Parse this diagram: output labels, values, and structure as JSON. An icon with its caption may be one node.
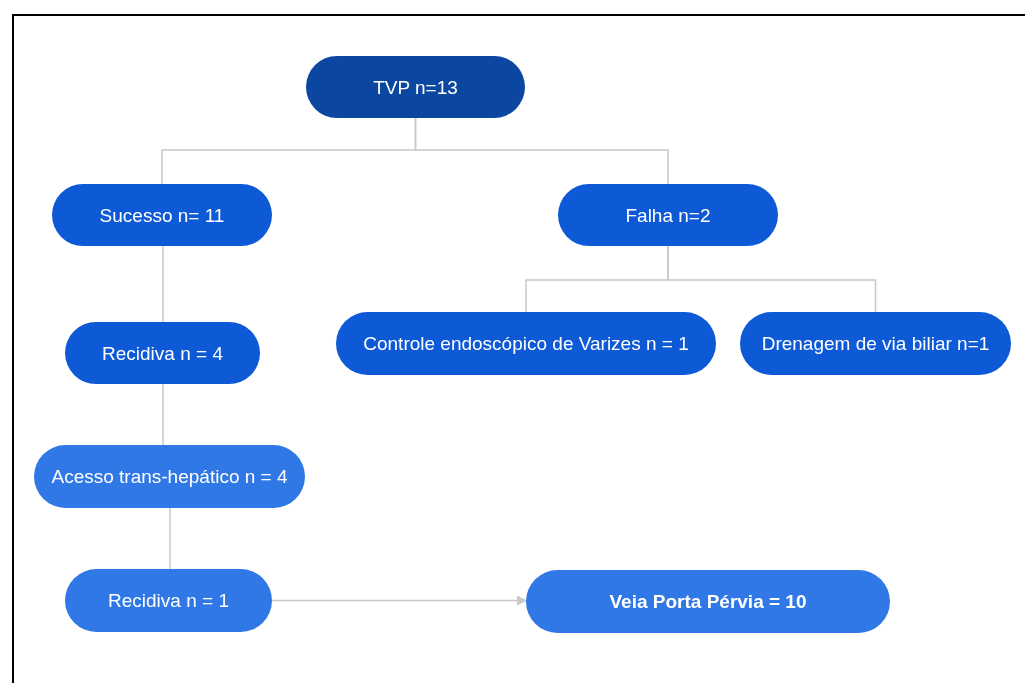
{
  "diagram": {
    "nodes": [
      {
        "text": [
          "TVP n=13"
        ]
      },
      {
        "text": [
          "Sucesso n= 11"
        ]
      },
      {
        "text": [
          "Falha n=2"
        ]
      },
      {
        "text": [
          "Recidiva n = 4"
        ]
      },
      {
        "text": [
          "Controle endoscópico de Varizes n = 1"
        ]
      },
      {
        "text": [
          "Drenagem de via biliar n=1"
        ]
      },
      {
        "text": [
          "Acesso trans-hepático n = 4"
        ]
      },
      {
        "text": [
          "Recidiva n = 1"
        ]
      },
      {
        "text": [
          "Veia Porta Pérvia = 10"
        ]
      }
    ],
    "edges": [
      {
        "from": 0,
        "to": 1,
        "arrow": "none"
      },
      {
        "from": 0,
        "to": 2,
        "arrow": "none"
      },
      {
        "from": 1,
        "to": 3,
        "arrow": "none"
      },
      {
        "from": 2,
        "to": 4,
        "arrow": "none"
      },
      {
        "from": 2,
        "to": 5,
        "arrow": "none"
      },
      {
        "from": 3,
        "to": 6,
        "arrow": "none"
      },
      {
        "from": 6,
        "to": 7,
        "arrow": "none"
      },
      {
        "from": 7,
        "to": 8,
        "arrow": "to"
      }
    ]
  }
}
